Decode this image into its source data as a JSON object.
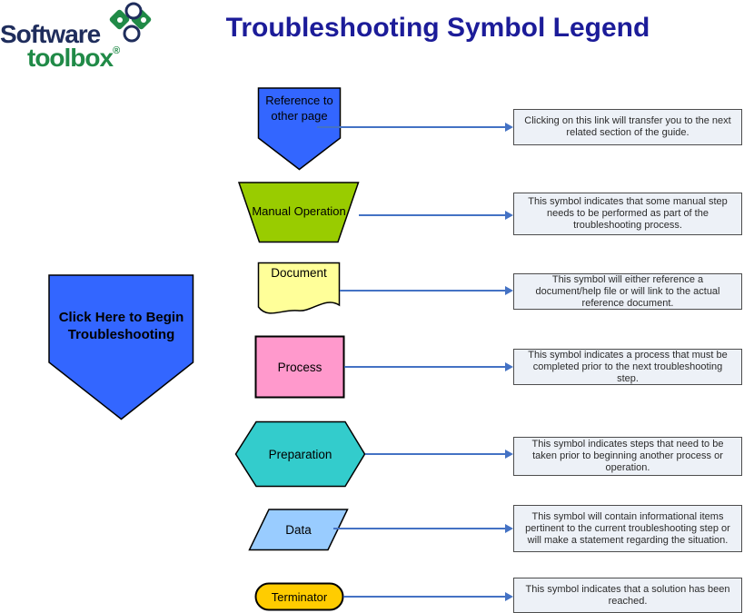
{
  "logo": {
    "word1": "Software",
    "word2": "toolbox",
    "registered": "®"
  },
  "title": "Troubleshooting Symbol Legend",
  "begin_button": {
    "label": "Click Here to Begin Troubleshooting"
  },
  "legend": [
    {
      "symbol": "Reference to other page",
      "shape": "off-page-reference-pentagon",
      "description": "Clicking on this link will transfer you to the next related section of the guide."
    },
    {
      "symbol": "Manual Operation",
      "shape": "manual-operation-trapezoid",
      "description": "This symbol indicates that some manual step needs to be performed as part of the troubleshooting process."
    },
    {
      "symbol": "Document",
      "shape": "document",
      "description": "This symbol will either reference a document/help file or will link to the actual reference document."
    },
    {
      "symbol": "Process",
      "shape": "process-rectangle",
      "description": "This symbol indicates a process that must be completed prior to the next troubleshooting step."
    },
    {
      "symbol": "Preparation",
      "shape": "preparation-hexagon",
      "description": "This symbol indicates steps that need to be taken prior to beginning another process or operation."
    },
    {
      "symbol": "Data",
      "shape": "data-parallelogram",
      "description": "This symbol will contain informational items pertinent to the current troubleshooting step or will make a statement regarding the situation."
    },
    {
      "symbol": "Terminator",
      "shape": "terminator-rounded-rectangle",
      "description": "This symbol indicates that a solution has been reached."
    }
  ],
  "colors": {
    "title": "#1C1C99",
    "logo_navy": "#1F2D5C",
    "logo_green": "#208A47",
    "arrow": "#4472C4",
    "begin": "#3366FF",
    "reference": "#3366FF",
    "manual_operation": "#99CC00",
    "document": "#FFFF99",
    "process": "#FF99CC",
    "preparation": "#33CCCC",
    "data": "#99CCFF",
    "terminator": "#FFCC00",
    "description_box_fill": "#EDF1F7"
  }
}
